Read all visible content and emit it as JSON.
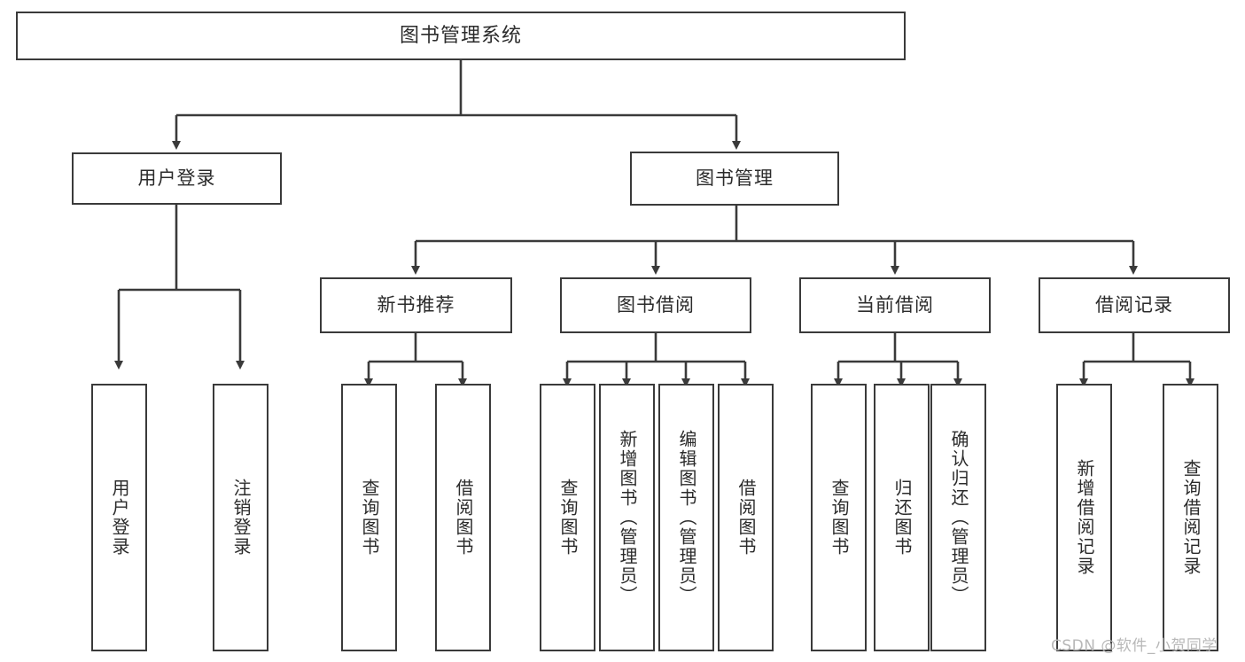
{
  "diagram": {
    "title": "图书管理系统",
    "type": "hierarchy-tree",
    "root": {
      "id": "root",
      "label": "图书管理系统"
    },
    "level1": [
      {
        "id": "user-login",
        "label": "用户登录"
      },
      {
        "id": "book-management",
        "label": "图书管理"
      }
    ],
    "level2": [
      {
        "id": "new-book-recommend",
        "label": "新书推荐",
        "parent": "book-management"
      },
      {
        "id": "book-borrow",
        "label": "图书借阅",
        "parent": "book-management"
      },
      {
        "id": "current-borrow",
        "label": "当前借阅",
        "parent": "book-management"
      },
      {
        "id": "borrow-record",
        "label": "借阅记录",
        "parent": "book-management"
      }
    ],
    "leaves": {
      "user_login": [
        {
          "id": "leaf-user-login",
          "label": "用户登录"
        },
        {
          "id": "leaf-logout-login",
          "label": "注销登录"
        }
      ],
      "new_book_recommend": [
        {
          "id": "leaf-query-book-1",
          "label": "查询图书"
        },
        {
          "id": "leaf-borrow-book-1",
          "label": "借阅图书"
        }
      ],
      "book_borrow": [
        {
          "id": "leaf-query-book-2",
          "label": "查询图书"
        },
        {
          "id": "leaf-add-book",
          "label": "新增图书（管理员）"
        },
        {
          "id": "leaf-edit-book",
          "label": "编辑图书（管理员）"
        },
        {
          "id": "leaf-borrow-book-2",
          "label": "借阅图书"
        }
      ],
      "current_borrow": [
        {
          "id": "leaf-query-book-3",
          "label": "查询图书"
        },
        {
          "id": "leaf-return-book",
          "label": "归还图书"
        },
        {
          "id": "leaf-confirm-return",
          "label": "确认归还（管理员）"
        }
      ],
      "borrow_record": [
        {
          "id": "leaf-add-record",
          "label": "新增借阅记录"
        },
        {
          "id": "leaf-query-record",
          "label": "查询借阅记录"
        }
      ]
    }
  },
  "watermark": "CSDN @软件_小贺同学",
  "colors": {
    "stroke": "#3a3a3a",
    "background": "#ffffff",
    "text": "#2b2b2b",
    "watermark": "#b8b8b8"
  }
}
